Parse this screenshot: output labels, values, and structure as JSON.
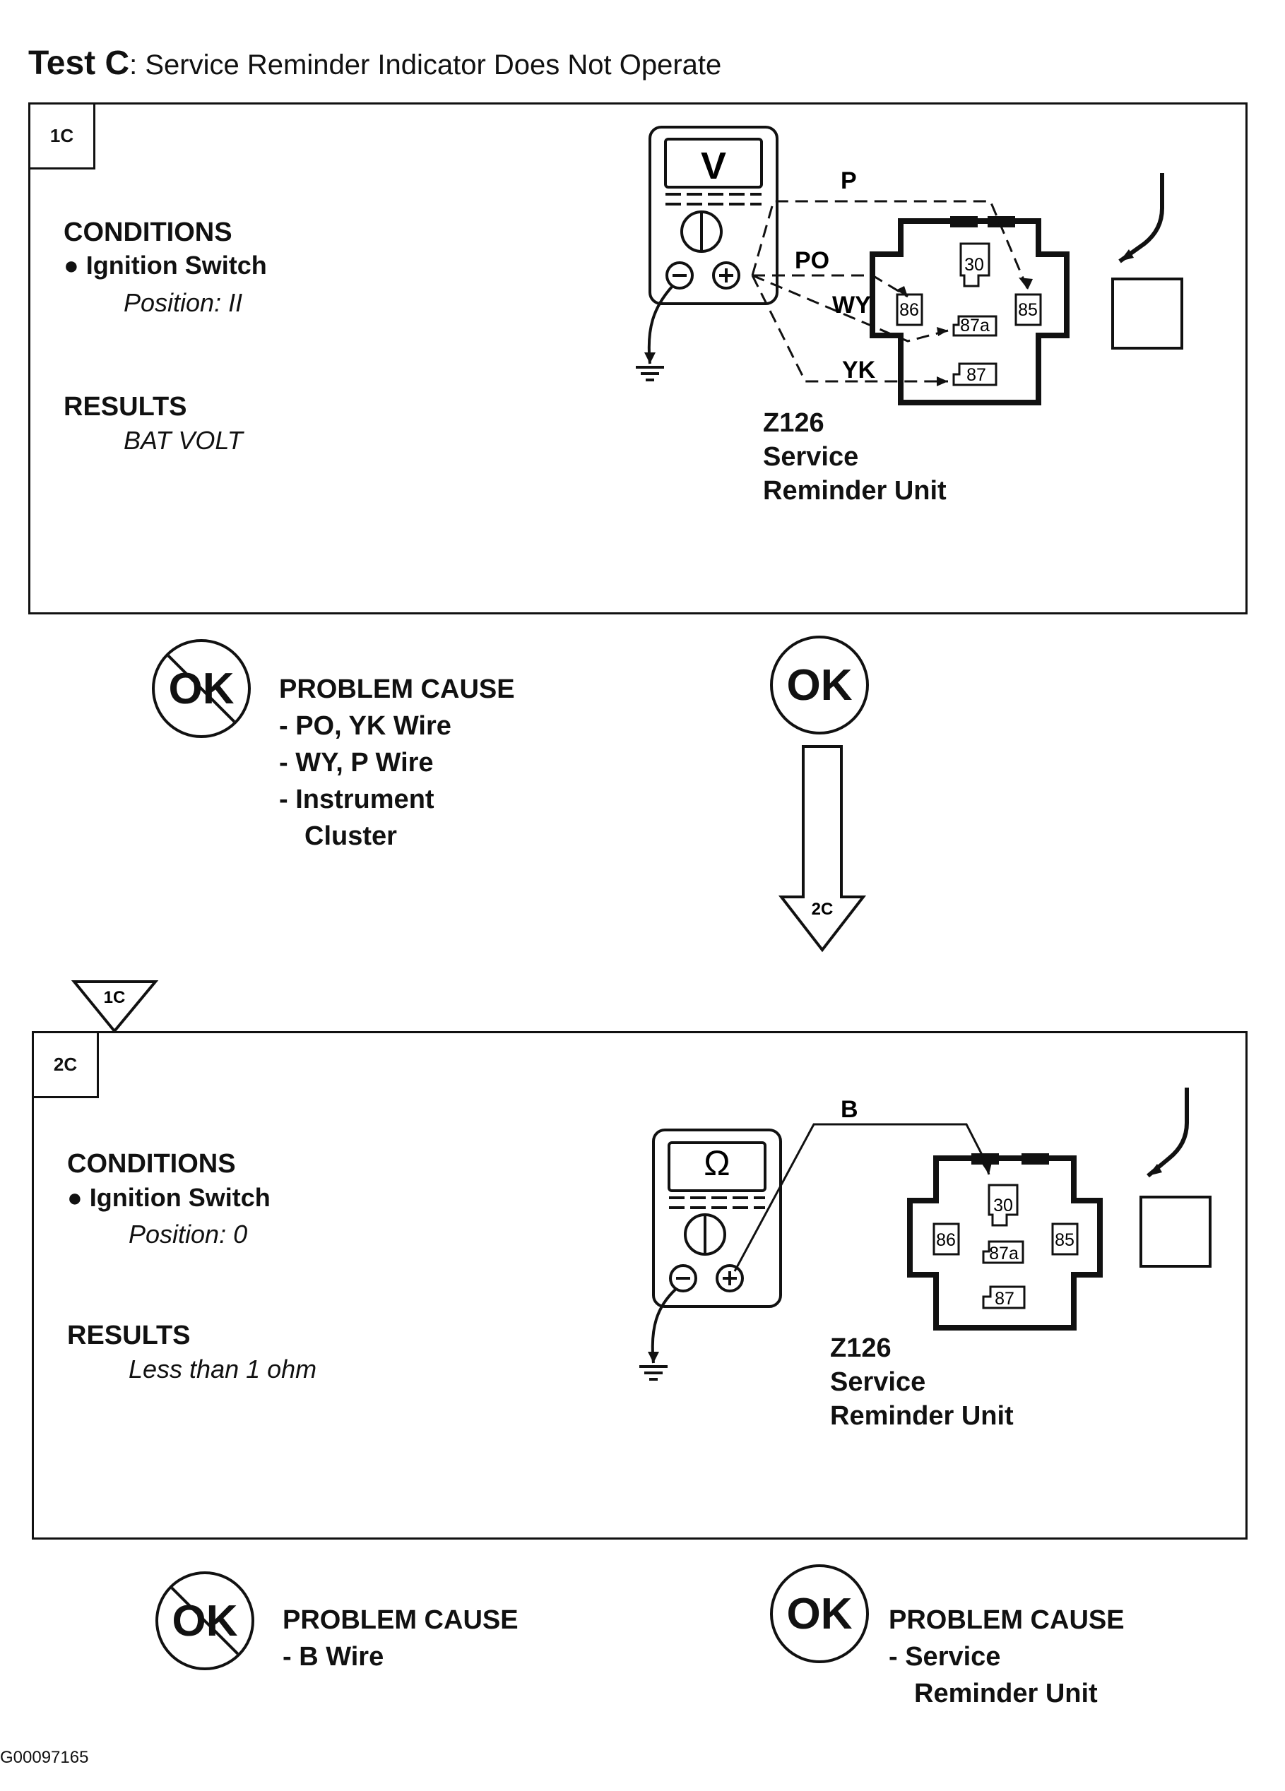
{
  "title": {
    "test": "Test C",
    "text": ": Service Reminder Indicator Does Not Operate"
  },
  "steps": [
    {
      "id": "1C",
      "conditions_label": "CONDITIONS",
      "condition_item": "Ignition Switch",
      "condition_value": "Position: II",
      "results_label": "RESULTS",
      "result_value": "BAT VOLT",
      "meter_symbol": "V",
      "wires": [
        "P",
        "PO",
        "WY",
        "YK"
      ],
      "terminals": [
        "30",
        "86",
        "87a",
        "85",
        "87"
      ],
      "unit": {
        "code": "Z126",
        "line1": "Service",
        "line2": "Reminder Unit"
      },
      "not_ok": {
        "badge": "OK",
        "cause_label": "PROBLEM CAUSE",
        "causes": [
          "- PO, YK   Wire",
          "- WY, P      Wire",
          "- Instrument",
          "  Cluster"
        ]
      },
      "ok": {
        "badge": "OK",
        "next": "2C"
      }
    },
    {
      "id": "2C",
      "from": "1C",
      "conditions_label": "CONDITIONS",
      "condition_item": "Ignition Switch",
      "condition_value": "Position: 0",
      "results_label": "RESULTS",
      "result_value": "Less than 1 ohm",
      "meter_symbol": "Ω",
      "wires": [
        "B"
      ],
      "terminals": [
        "30",
        "86",
        "87a",
        "85",
        "87"
      ],
      "unit": {
        "code": "Z126",
        "line1": "Service",
        "line2": "Reminder Unit"
      },
      "not_ok": {
        "badge": "OK",
        "cause_label": "PROBLEM CAUSE",
        "causes": [
          "- B   Wire"
        ]
      },
      "ok": {
        "badge": "OK",
        "cause_label": "PROBLEM CAUSE",
        "causes": [
          "- Service",
          "  Reminder Unit"
        ]
      }
    }
  ],
  "figure_code": "G00097165"
}
